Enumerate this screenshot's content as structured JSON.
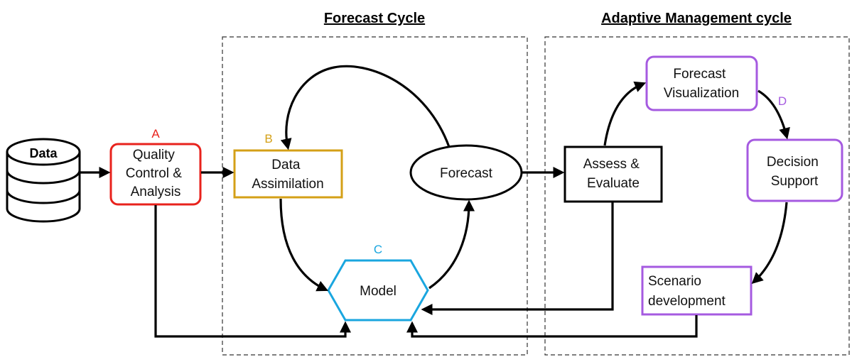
{
  "titles": {
    "forecast_cycle": "Forecast Cycle",
    "adaptive_cycle": "Adaptive Management cycle"
  },
  "nodes": {
    "data": {
      "label": "Data"
    },
    "quality": {
      "lines": [
        "Quality",
        "Control &",
        "Analysis"
      ],
      "letter": "A"
    },
    "assimilation": {
      "lines": [
        "Data",
        "Assimilation"
      ],
      "letter": "B"
    },
    "model": {
      "label": "Model",
      "letter": "C"
    },
    "forecast": {
      "label": "Forecast"
    },
    "assess": {
      "lines": [
        "Assess &",
        "Evaluate"
      ]
    },
    "visualization": {
      "lines": [
        "Forecast",
        "Visualization"
      ],
      "letter": "D"
    },
    "decision": {
      "lines": [
        "Decision",
        "Support"
      ]
    },
    "scenario": {
      "lines": [
        "Scenario",
        "development"
      ]
    }
  },
  "colors": {
    "quality": "#e8221c",
    "assimilation": "#d4a017",
    "model": "#1aa6df",
    "visualization": "#a55ae0",
    "decision": "#a55ae0",
    "scenario": "#a55ae0",
    "arrow": "#000000"
  }
}
